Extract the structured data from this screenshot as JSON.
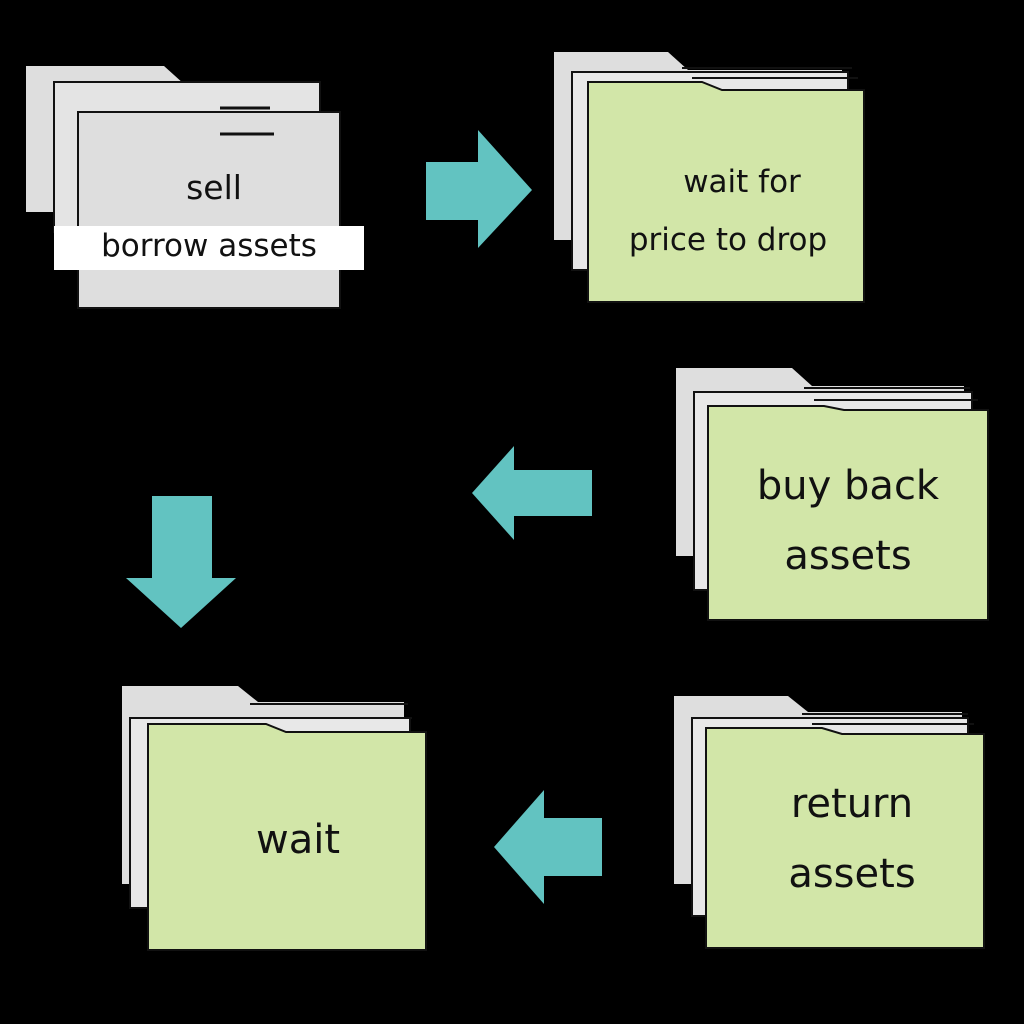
{
  "colors": {
    "background": "#000000",
    "folder_gray": "#dedede",
    "folder_green": "#d2e6a8",
    "folder_outline": "#111111",
    "arrow": "#62c3c1",
    "label_box": "#ffffff"
  },
  "steps": [
    {
      "line1": "sell",
      "line2": "borrow assets"
    },
    {
      "line1": "wait for",
      "line2": "price to drop"
    },
    {
      "line1": "buy back",
      "line2": "assets"
    },
    {
      "line1": "return",
      "line2": "assets"
    },
    {
      "line1": "wait"
    }
  ],
  "arrows": [
    {
      "direction": "right"
    },
    {
      "direction": "left"
    },
    {
      "direction": "down"
    },
    {
      "direction": "left"
    }
  ]
}
